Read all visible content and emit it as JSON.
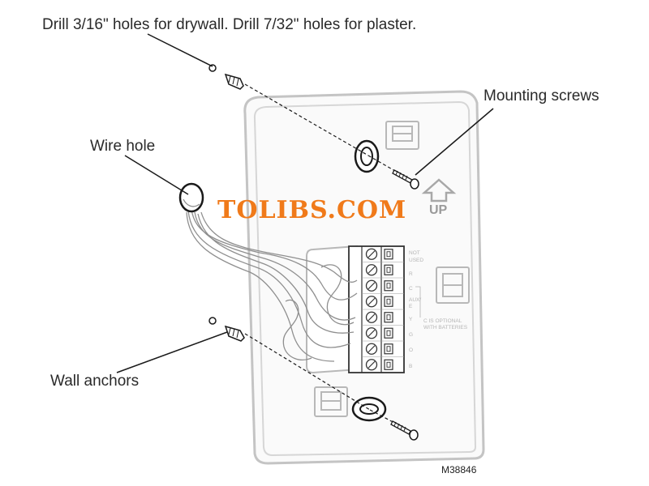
{
  "callouts": {
    "drill": "Drill 3/16\" holes for drywall. Drill 7/32\" holes for plaster.",
    "mounting_screws": "Mounting screws",
    "wire_hole": "Wire hole",
    "wall_anchors": "Wall anchors"
  },
  "watermark": "TOLIBS.COM",
  "plate": {
    "up_label": "UP",
    "terminals": [
      {
        "label": "NOT USED"
      },
      {
        "label": "R"
      },
      {
        "label": "C"
      },
      {
        "label": "AUX/E"
      },
      {
        "label": "Y"
      },
      {
        "label": "G"
      },
      {
        "label": "O"
      },
      {
        "label": "B"
      }
    ],
    "note": "C IS OPTIONAL WITH BATTERIES"
  },
  "figure_id": "M38846",
  "colors": {
    "line": "#1a1a1a",
    "plate_outline": "#bdbdbd",
    "watermark": "#f07a1a"
  }
}
